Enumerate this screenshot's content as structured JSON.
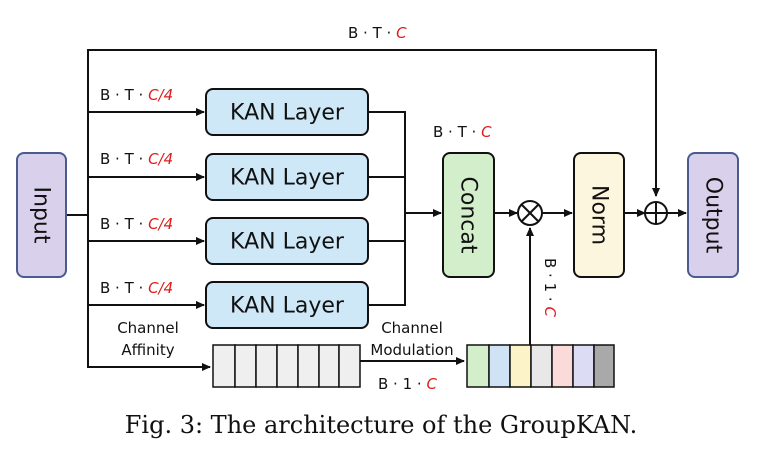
{
  "diagram": {
    "nodes": {
      "input": "Input",
      "kan_layer": "KAN Layer",
      "concat": "Concat",
      "norm": "Norm",
      "output": "Output"
    },
    "labels": {
      "dim_prefix": "B · T · ",
      "dim_full_accent": "C",
      "dim_quarter_accent": "C/4",
      "dim_one_prefix": "B · 1 · ",
      "channel_affinity_1": "Channel",
      "channel_affinity_2": "Affinity",
      "channel_modulation_1": "Channel",
      "channel_modulation_2": "Modulation"
    },
    "caption": "Fig. 3: The architecture of the GroupKAN.",
    "colors": {
      "input": "#d9d1ec",
      "kan": "#cfe8f7",
      "concat": "#d3eecb",
      "norm": "#fdf6df",
      "output": "#d9d1ec",
      "accent": "#e01b1b",
      "modulation_cells": [
        "#d3eecb",
        "#cfe3f5",
        "#fdf3c8",
        "#e8e8e8",
        "#fbdada",
        "#dcdcf5",
        "#a9a9a9"
      ]
    }
  }
}
